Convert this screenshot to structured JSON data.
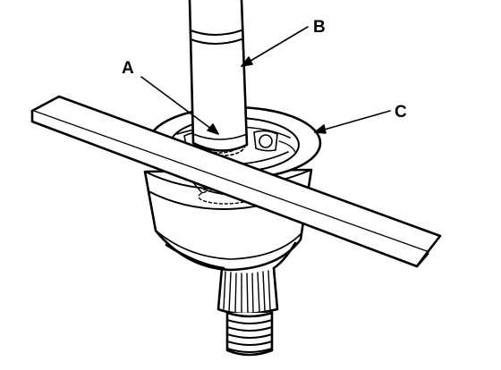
{
  "diagram": {
    "callouts": {
      "a": "A",
      "b": "B",
      "c": "C"
    },
    "colors": {
      "stroke": "#000000",
      "fill": "#ffffff"
    }
  }
}
